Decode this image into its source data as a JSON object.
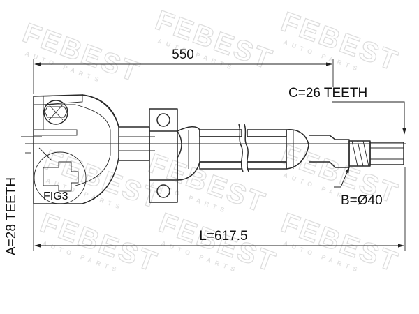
{
  "watermark": {
    "brand": "FEBEST",
    "tagline": "AUTO PARTS"
  },
  "dimensions": {
    "length_550": "550",
    "total_length": "L=617.5",
    "teeth_a": "A=28 TEETH",
    "teeth_c": "C=26 TEETH",
    "diameter_b": "B=Ø40",
    "fig_label": "FIG3"
  }
}
